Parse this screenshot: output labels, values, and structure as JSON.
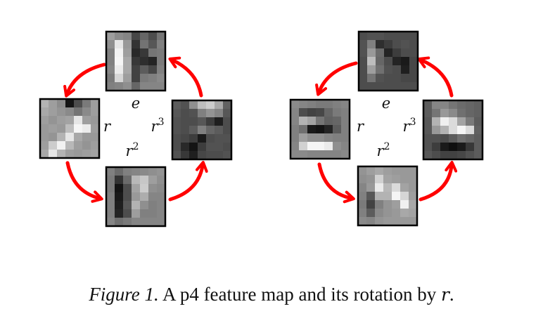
{
  "figure": {
    "caption_label": "Figure 1.",
    "caption_text": " A p4 feature map and its rotation by ",
    "caption_symbol": "r",
    "caption_end": ".",
    "arrow_color": "#ff0000",
    "border_color": "#000000",
    "diagrams": [
      {
        "id": "original",
        "labels": {
          "top": "e",
          "left": "r",
          "right": "r3",
          "bottom": "r2"
        },
        "maps": {
          "top": [
            [
              0.62,
              0.55,
              0.52,
              0.28,
              0.4,
              0.3,
              0.46
            ],
            [
              0.56,
              0.9,
              0.6,
              0.2,
              0.45,
              0.34,
              0.5
            ],
            [
              0.5,
              0.95,
              0.62,
              0.16,
              0.22,
              0.46,
              0.48
            ],
            [
              0.5,
              0.96,
              0.66,
              0.22,
              0.18,
              0.14,
              0.48
            ],
            [
              0.52,
              0.92,
              0.66,
              0.26,
              0.36,
              0.28,
              0.5
            ],
            [
              0.48,
              0.84,
              0.62,
              0.26,
              0.48,
              0.5,
              0.54
            ],
            [
              0.5,
              0.52,
              0.56,
              0.4,
              0.52,
              0.52,
              0.52
            ]
          ],
          "left": [
            [
              0.7,
              0.62,
              0.55,
              0.08,
              0.3,
              0.48,
              0.62
            ],
            [
              0.66,
              0.62,
              0.58,
              0.54,
              0.46,
              0.54,
              0.62
            ],
            [
              0.62,
              0.58,
              0.62,
              0.64,
              0.9,
              0.62,
              0.6
            ],
            [
              0.6,
              0.62,
              0.6,
              0.74,
              0.96,
              0.92,
              0.62
            ],
            [
              0.6,
              0.58,
              0.7,
              0.9,
              0.66,
              0.6,
              0.6
            ],
            [
              0.62,
              0.8,
              0.95,
              0.72,
              0.62,
              0.58,
              0.62
            ],
            [
              0.66,
              0.9,
              0.7,
              0.62,
              0.6,
              0.62,
              0.64
            ]
          ],
          "right": [
            [
              0.36,
              0.32,
              0.56,
              0.74,
              0.8,
              0.66,
              0.38
            ],
            [
              0.34,
              0.3,
              0.32,
              0.5,
              0.58,
              0.52,
              0.34
            ],
            [
              0.32,
              0.3,
              0.3,
              0.34,
              0.24,
              0.12,
              0.3
            ],
            [
              0.32,
              0.3,
              0.36,
              0.5,
              0.4,
              0.36,
              0.3
            ],
            [
              0.3,
              0.28,
              0.24,
              0.1,
              0.3,
              0.32,
              0.32
            ],
            [
              0.3,
              0.16,
              0.08,
              0.24,
              0.32,
              0.32,
              0.3
            ],
            [
              0.32,
              0.22,
              0.12,
              0.28,
              0.3,
              0.3,
              0.32
            ]
          ],
          "bottom": [
            [
              0.5,
              0.42,
              0.5,
              0.52,
              0.54,
              0.56,
              0.58
            ],
            [
              0.48,
              0.2,
              0.42,
              0.72,
              0.78,
              0.62,
              0.56
            ],
            [
              0.48,
              0.08,
              0.3,
              0.64,
              0.8,
              0.56,
              0.54
            ],
            [
              0.5,
              0.1,
              0.3,
              0.6,
              0.68,
              0.52,
              0.52
            ],
            [
              0.5,
              0.12,
              0.34,
              0.7,
              0.56,
              0.5,
              0.52
            ],
            [
              0.5,
              0.14,
              0.3,
              0.62,
              0.5,
              0.5,
              0.52
            ],
            [
              0.52,
              0.44,
              0.48,
              0.52,
              0.52,
              0.52,
              0.52
            ]
          ]
        }
      },
      {
        "id": "rotated",
        "labels": {
          "top": "e",
          "left": "r",
          "right": "r3",
          "bottom": "r2"
        },
        "maps": {
          "top": [
            [
              0.3,
              0.32,
              0.32,
              0.3,
              0.3,
              0.3,
              0.3
            ],
            [
              0.32,
              0.5,
              0.18,
              0.24,
              0.3,
              0.32,
              0.3
            ],
            [
              0.32,
              0.6,
              0.42,
              0.14,
              0.24,
              0.3,
              0.3
            ],
            [
              0.3,
              0.74,
              0.4,
              0.3,
              0.14,
              0.1,
              0.28
            ],
            [
              0.3,
              0.62,
              0.44,
              0.32,
              0.3,
              0.12,
              0.28
            ],
            [
              0.3,
              0.46,
              0.32,
              0.3,
              0.3,
              0.28,
              0.28
            ],
            [
              0.3,
              0.3,
              0.3,
              0.3,
              0.3,
              0.3,
              0.3
            ]
          ],
          "left": [
            [
              0.54,
              0.52,
              0.5,
              0.48,
              0.48,
              0.5,
              0.52
            ],
            [
              0.52,
              0.3,
              0.26,
              0.28,
              0.4,
              0.48,
              0.5
            ],
            [
              0.52,
              0.7,
              0.64,
              0.46,
              0.38,
              0.4,
              0.5
            ],
            [
              0.5,
              0.44,
              0.1,
              0.08,
              0.14,
              0.36,
              0.5
            ],
            [
              0.5,
              0.62,
              0.56,
              0.56,
              0.52,
              0.5,
              0.5
            ],
            [
              0.52,
              0.82,
              0.96,
              0.96,
              0.92,
              0.56,
              0.52
            ],
            [
              0.54,
              0.54,
              0.52,
              0.52,
              0.52,
              0.52,
              0.54
            ]
          ],
          "right": [
            [
              0.36,
              0.52,
              0.52,
              0.46,
              0.42,
              0.4,
              0.38
            ],
            [
              0.36,
              0.46,
              0.6,
              0.54,
              0.44,
              0.4,
              0.38
            ],
            [
              0.34,
              0.7,
              0.94,
              0.86,
              0.64,
              0.48,
              0.36
            ],
            [
              0.34,
              0.6,
              0.7,
              0.86,
              0.96,
              0.86,
              0.38
            ],
            [
              0.32,
              0.32,
              0.3,
              0.36,
              0.44,
              0.4,
              0.36
            ],
            [
              0.32,
              0.24,
              0.1,
              0.06,
              0.1,
              0.22,
              0.36
            ],
            [
              0.34,
              0.3,
              0.26,
              0.26,
              0.28,
              0.32,
              0.36
            ]
          ],
          "bottom": [
            [
              0.58,
              0.62,
              0.66,
              0.62,
              0.6,
              0.6,
              0.6
            ],
            [
              0.56,
              0.58,
              0.82,
              0.64,
              0.62,
              0.6,
              0.6
            ],
            [
              0.52,
              0.6,
              0.92,
              0.72,
              0.86,
              0.64,
              0.6
            ],
            [
              0.5,
              0.34,
              0.7,
              0.7,
              0.96,
              0.84,
              0.62
            ],
            [
              0.48,
              0.26,
              0.5,
              0.58,
              0.62,
              0.94,
              0.66
            ],
            [
              0.5,
              0.36,
              0.54,
              0.58,
              0.6,
              0.66,
              0.64
            ],
            [
              0.54,
              0.52,
              0.58,
              0.6,
              0.6,
              0.6,
              0.6
            ]
          ]
        }
      }
    ]
  }
}
